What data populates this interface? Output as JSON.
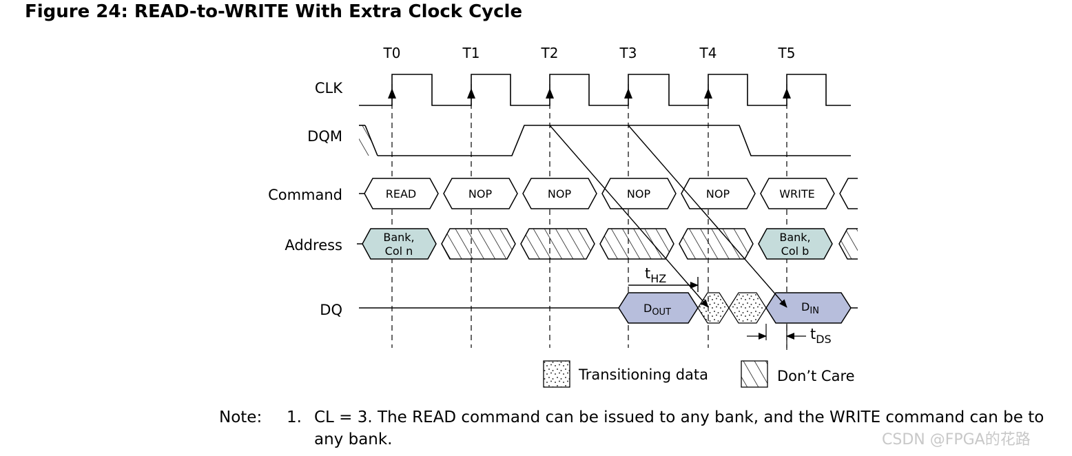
{
  "figure_title": "Figure 24: READ-to-WRITE With Extra Clock Cycle",
  "clock_ticks": [
    "T0",
    "T1",
    "T2",
    "T3",
    "T4",
    "T5"
  ],
  "signals": {
    "clk": "CLK",
    "dqm": "DQM",
    "command": "Command",
    "address": "Address",
    "dq": "DQ"
  },
  "commands": [
    "READ",
    "NOP",
    "NOP",
    "NOP",
    "NOP",
    "WRITE"
  ],
  "address_cells": {
    "first": [
      "Bank,",
      "Col n"
    ],
    "last": [
      "Bank,",
      "Col b"
    ]
  },
  "dq_cells": {
    "dout_main": "D",
    "dout_sub": "OUT",
    "din_main": "D",
    "din_sub": "IN"
  },
  "timing": {
    "thz_main": "t",
    "thz_sub": "HZ",
    "tds_main": "t",
    "tds_sub": "DS"
  },
  "legend": {
    "transitioning": "Transitioning data",
    "dont_care": "Don’t Care"
  },
  "note": {
    "label": "Note:",
    "number": "1.",
    "text": "CL = 3. The READ command can be issued to any bank, and the WRITE command can be to any bank."
  },
  "watermark": "CSDN @FPGA的花路",
  "colors": {
    "address_fill": "#c5dcdb",
    "dq_fill": "#b7bedc",
    "line": "#000000"
  }
}
